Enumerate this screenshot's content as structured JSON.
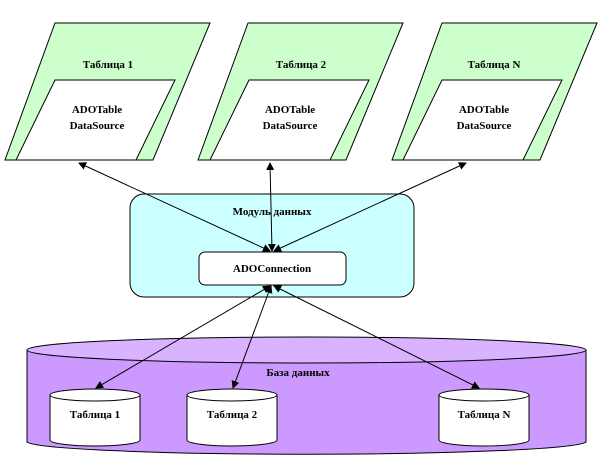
{
  "colors": {
    "form_fill": "#ccffcc",
    "datasource_fill": "#ffffff",
    "module_fill": "#ccffff",
    "connection_fill": "#ffffff",
    "database_fill": "#cc99ff",
    "database_top_fill": "#d9b3ff",
    "table_fill": "#ffffff",
    "stroke": "#000000"
  },
  "forms": [
    {
      "title": "Таблица 1",
      "component_line1": "ADOTable",
      "component_line2": "DataSource"
    },
    {
      "title": "Таблица 2",
      "component_line1": "ADOTable",
      "component_line2": "DataSource"
    },
    {
      "title": "Таблица N",
      "component_line1": "ADOTable",
      "component_line2": "DataSource"
    }
  ],
  "data_module": {
    "title": "Модуль данных",
    "connection_label": "ADOConnection"
  },
  "database": {
    "title": "База данных",
    "tables": [
      {
        "label": "Таблица 1"
      },
      {
        "label": "Таблица 2"
      },
      {
        "label": "Таблица N"
      }
    ]
  }
}
